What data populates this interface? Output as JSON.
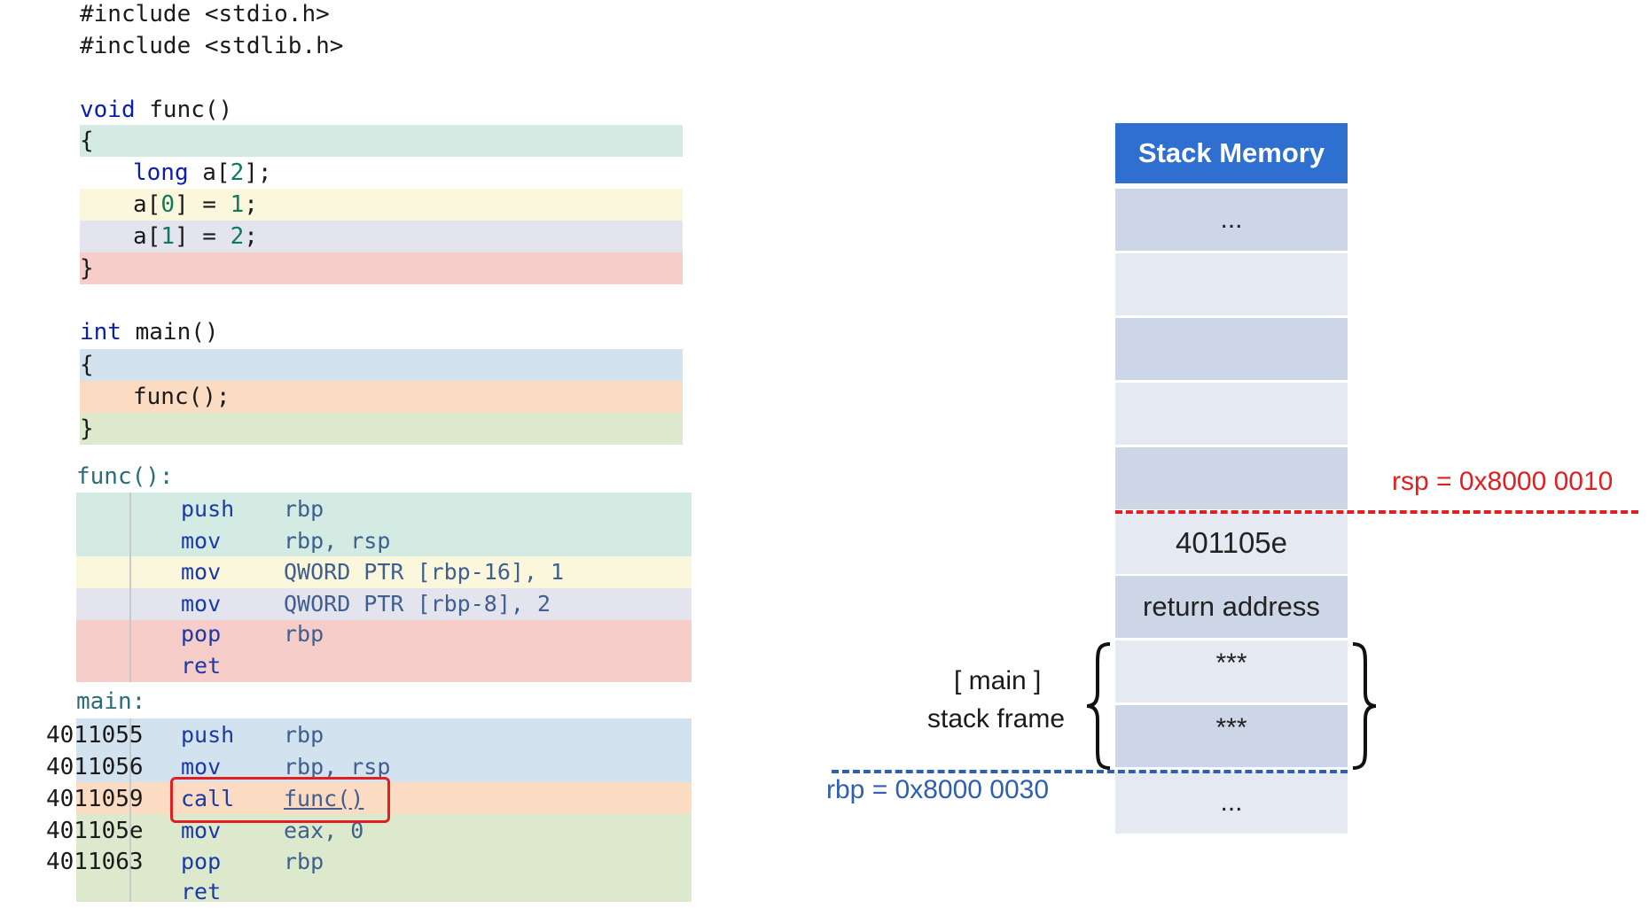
{
  "c_code": {
    "include1": "#include <stdio.h>",
    "include2": "#include <stdlib.h>",
    "func_sig_kw": "void",
    "func_sig_rest": " func()",
    "func_open": "{",
    "l1_kw": "long",
    "l1_a": " a[",
    "l1_n": "2",
    "l1_b": "];",
    "l2_a": "a[",
    "l2_n0": "0",
    "l2_b": "] = ",
    "l2_v": "1",
    "l2_c": ";",
    "l3_a": "a[",
    "l3_n0": "1",
    "l3_b": "] = ",
    "l3_v": "2",
    "l3_c": ";",
    "func_close": "}",
    "main_sig_kw": "int",
    "main_sig_rest": " main()",
    "main_open": "{",
    "main_call": "func();",
    "main_close": "}"
  },
  "asm_func": {
    "label": "func():",
    "rows": [
      {
        "op": "push",
        "args": "rbp"
      },
      {
        "op": "mov",
        "args": "rbp, rsp"
      },
      {
        "op": "mov",
        "args": "QWORD PTR [rbp-16], 1"
      },
      {
        "op": "mov",
        "args": "QWORD PTR [rbp-8], 2"
      },
      {
        "op": "pop",
        "args": "rbp"
      },
      {
        "op": "ret",
        "args": ""
      }
    ]
  },
  "asm_main": {
    "label": "main:",
    "rows": [
      {
        "addr": "4011055",
        "op": "push",
        "args": "rbp"
      },
      {
        "addr": "4011056",
        "op": "mov",
        "args": "rbp, rsp"
      },
      {
        "addr": "4011059",
        "op": "call",
        "args": "func()"
      },
      {
        "addr": "401105e",
        "op": "mov",
        "args": "eax, 0"
      },
      {
        "addr": "4011063",
        "op": "pop",
        "args": "rbp"
      },
      {
        "addr": "",
        "op": "ret",
        "args": ""
      }
    ]
  },
  "stack": {
    "title": "Stack Memory",
    "cells": [
      "...",
      "",
      "",
      "",
      "",
      "401105e",
      "return address",
      "***",
      "***",
      "..."
    ]
  },
  "annotations": {
    "rsp": "rsp = 0x8000 0010",
    "rbp": "rbp = 0x8000 0030",
    "frame_line1": "[ main ]",
    "frame_line2": "stack frame"
  },
  "colors": {
    "teal_band": "#d4ebe4",
    "yellow_band": "#fbf7dc",
    "lavender_band": "#e4e4ef",
    "red_band": "#f7cdca",
    "blue_band": "#d3e2ef",
    "orange_band": "#fbdcc2",
    "green_band": "#dde9cd",
    "rsp_line": "#e02020",
    "rbp_line": "#2f5fb0",
    "stack_header": "#2f6fd0",
    "call_highlight": "#e02020"
  }
}
